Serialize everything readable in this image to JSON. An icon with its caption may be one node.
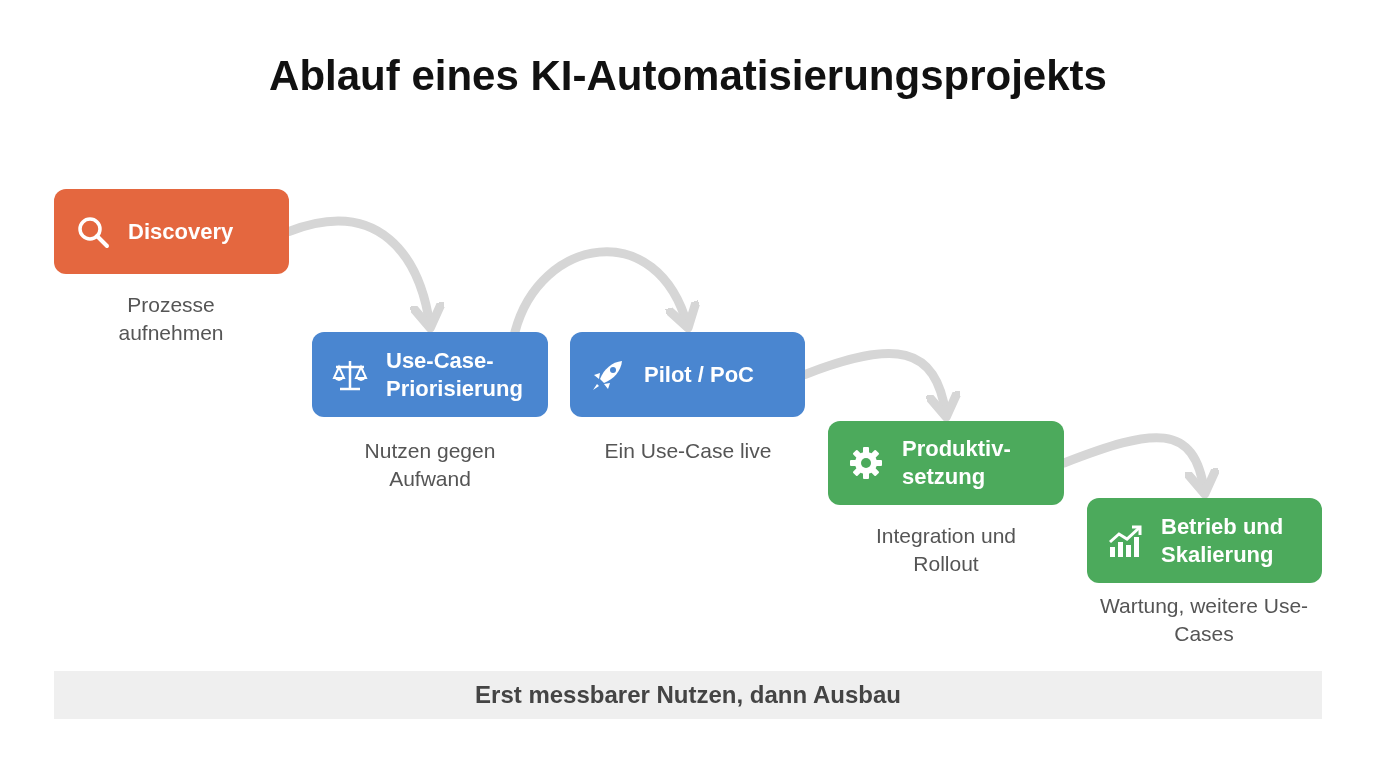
{
  "diagram": {
    "title": "Ablauf eines KI-Automatisierungsprojekts",
    "nodes": [
      {
        "text": [
          "Discovery"
        ],
        "beside": [
          "Prozesse aufnehmen"
        ]
      },
      {
        "text": [
          "Use-Case-Priorisierung"
        ],
        "beside": [
          "Nutzen gegen Aufwand"
        ]
      },
      {
        "text": [
          "Pilot / PoC"
        ],
        "beside": [
          "Ein Use-Case live"
        ]
      },
      {
        "text": [
          "Produktiv-setzung"
        ],
        "beside": [
          "Integration und Rollout"
        ]
      },
      {
        "text": [
          "Betrieb und Skalierung"
        ],
        "beside": [
          "Wartung, weitere Use-Cases"
        ]
      },
      {
        "text": [
          "Erst messbarer Nutzen, dann Ausbau"
        ]
      }
    ],
    "edges": [
      {
        "from": 0,
        "to": 1,
        "arrow": "to"
      },
      {
        "from": 1,
        "to": 2,
        "arrow": "to"
      },
      {
        "from": 2,
        "to": 3,
        "arrow": "to"
      },
      {
        "from": 3,
        "to": 4,
        "arrow": "to"
      }
    ]
  }
}
